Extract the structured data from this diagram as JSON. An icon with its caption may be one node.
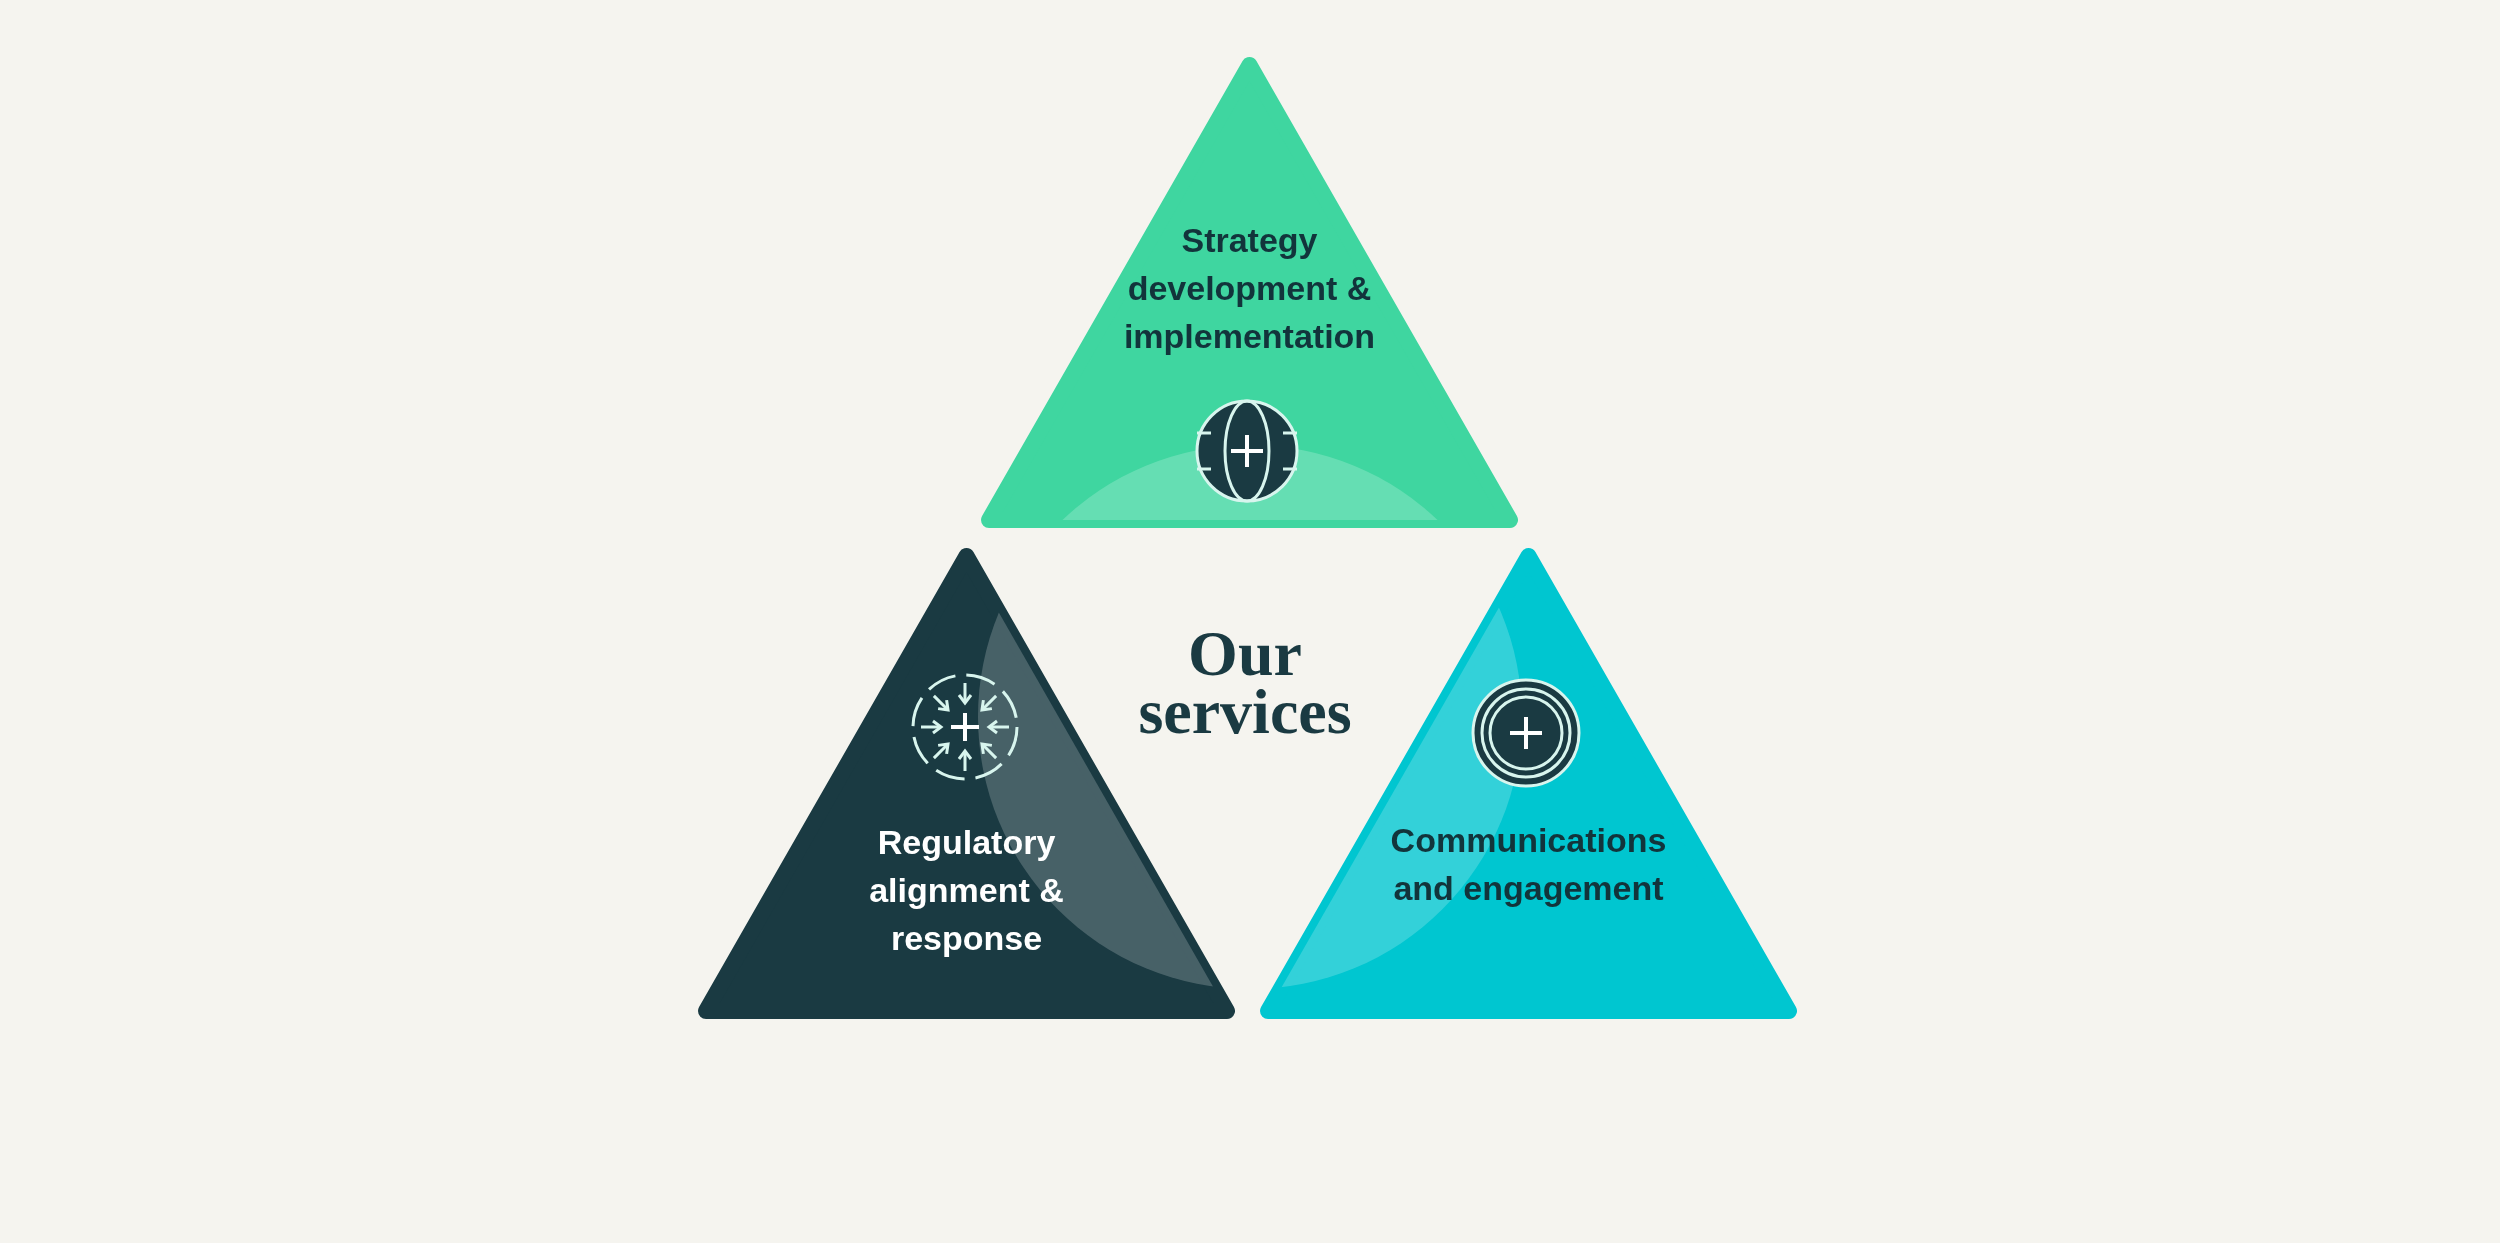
{
  "diagram": {
    "title": "Our services",
    "nodes": [
      {
        "text": [
          "Strategy development & implementation"
        ]
      },
      {
        "text": [
          "Regulatory alignment & response"
        ]
      },
      {
        "text": [
          "Communications and engagement"
        ]
      }
    ]
  }
}
